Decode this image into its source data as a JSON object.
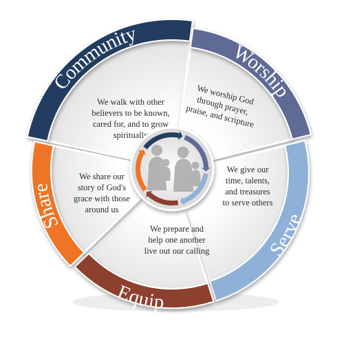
{
  "segments": [
    {
      "key": "community",
      "title": "Community",
      "color": "#233e60",
      "description": [
        "We walk with other",
        "believers to be known,",
        "cared for, and to grow",
        "spiritually"
      ]
    },
    {
      "key": "worship",
      "title": "Worship",
      "color": "#5f6a95",
      "description": [
        "We worship God",
        "through prayer,",
        "praise, and scripture"
      ]
    },
    {
      "key": "serve",
      "title": "Serve",
      "color": "#8fb1d8",
      "description": [
        "We give our",
        "time, talents,",
        "and treasures",
        "to serve others"
      ]
    },
    {
      "key": "equip",
      "title": "Equip",
      "color": "#8d3f2e",
      "description": [
        "We prepare and",
        "help one another",
        "live out our calling"
      ]
    },
    {
      "key": "share",
      "title": "Share",
      "color": "#ee7425",
      "description": [
        "We share our",
        "story of God's",
        "grace with those",
        "around us"
      ]
    }
  ]
}
